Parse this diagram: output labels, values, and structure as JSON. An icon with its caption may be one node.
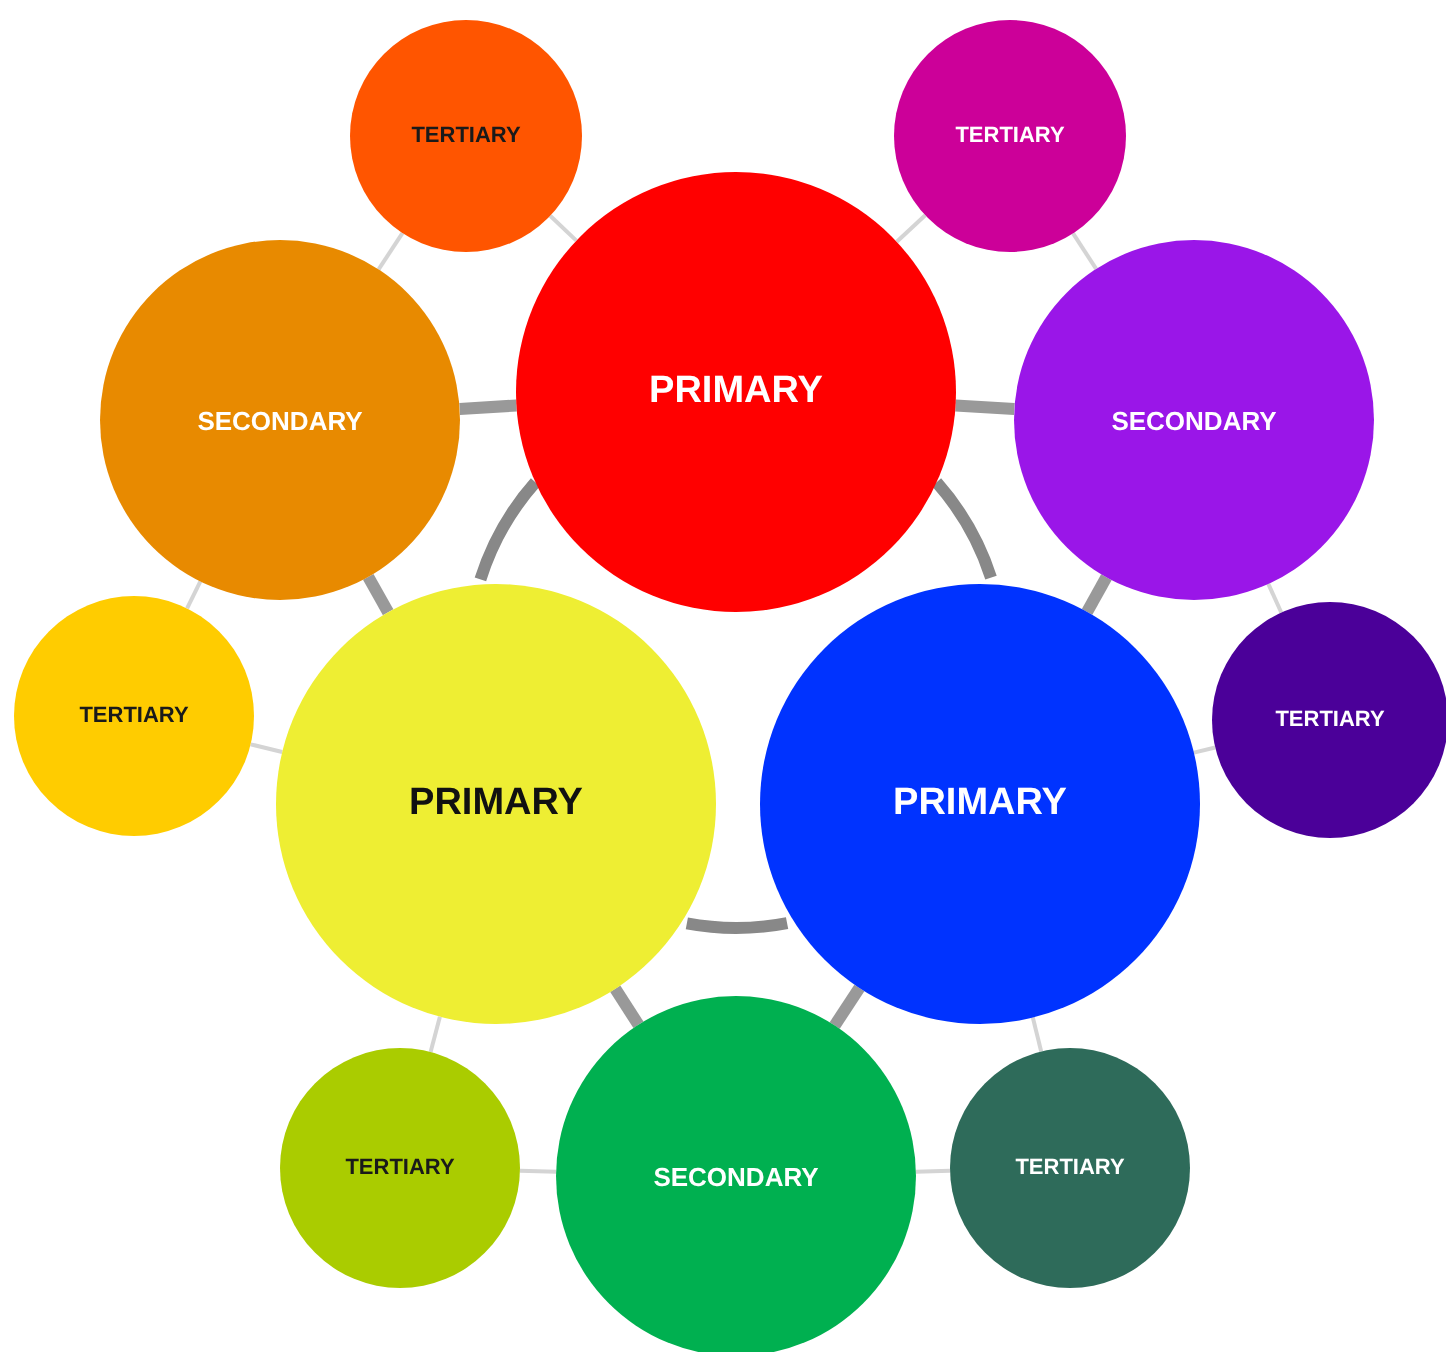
{
  "diagram": {
    "nodes": [
      {
        "text": [
          "TERTIARY"
        ]
      },
      {
        "text": [
          "TERTIARY"
        ]
      },
      {
        "text": [
          "PRIMARY"
        ]
      },
      {
        "text": [
          "SECONDARY"
        ]
      },
      {
        "text": [
          "SECONDARY"
        ]
      },
      {
        "text": [
          "TERTIARY"
        ]
      },
      {
        "text": [
          "TERTIARY"
        ]
      },
      {
        "text": [
          "PRIMARY"
        ]
      },
      {
        "text": [
          "PRIMARY"
        ]
      },
      {
        "text": [
          "TERTIARY"
        ]
      },
      {
        "text": [
          "SECONDARY"
        ]
      },
      {
        "text": [
          "TERTIARY"
        ]
      }
    ],
    "edges": [
      {
        "from": 2,
        "to": 3,
        "arrow": "none",
        "style": "thick",
        "color": "#999999"
      },
      {
        "from": 2,
        "to": 4,
        "arrow": "none",
        "style": "thick",
        "color": "#999999"
      },
      {
        "from": 0,
        "to": 3,
        "arrow": "none"
      },
      {
        "from": 0,
        "to": 2,
        "arrow": "none"
      },
      {
        "from": 1,
        "to": 2,
        "arrow": "none"
      },
      {
        "from": 1,
        "to": 4,
        "arrow": "none"
      },
      {
        "from": 3,
        "to": 5,
        "arrow": "none"
      },
      {
        "from": 3,
        "to": 7,
        "arrow": "none",
        "style": "thick",
        "color": "#999999"
      },
      {
        "from": 4,
        "to": 6,
        "arrow": "none"
      },
      {
        "from": 4,
        "to": 8,
        "arrow": "none",
        "style": "thick",
        "color": "#999999"
      },
      {
        "from": 5,
        "to": 7,
        "arrow": "none"
      },
      {
        "from": 6,
        "to": 8,
        "arrow": "none"
      },
      {
        "from": 2,
        "to": 7,
        "arrow": "none",
        "style": "thick",
        "color": "#888888"
      },
      {
        "from": 2,
        "to": 8,
        "arrow": "none",
        "style": "thick",
        "color": "#888888"
      },
      {
        "from": 7,
        "to": 8,
        "arrow": "none",
        "style": "thick",
        "color": "#888888"
      },
      {
        "from": 7,
        "to": 9,
        "arrow": "none"
      },
      {
        "from": 7,
        "to": 10,
        "arrow": "none",
        "style": "thick",
        "color": "#999999"
      },
      {
        "from": 8,
        "to": 10,
        "arrow": "none",
        "style": "thick",
        "color": "#999999"
      },
      {
        "from": 8,
        "to": 11,
        "arrow": "none"
      },
      {
        "from": 9,
        "to": 10,
        "arrow": "none"
      },
      {
        "from": 11,
        "to": 10,
        "arrow": "none"
      }
    ]
  }
}
